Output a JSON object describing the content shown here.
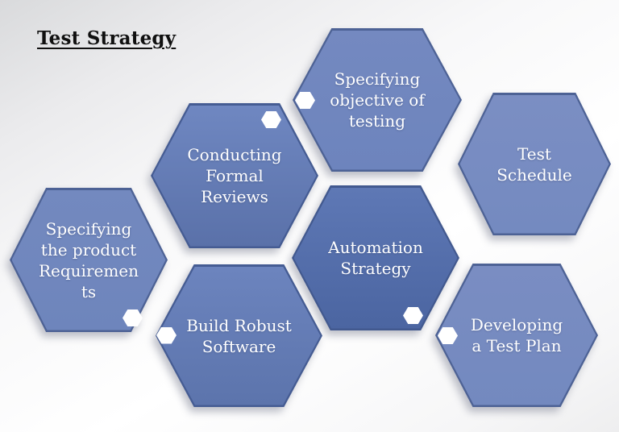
{
  "title": "Test Strategy",
  "title_color": "#101010",
  "hexagons": [
    {
      "id": "specifying-objective-of-testing",
      "label": "Specifying\nobjective of\ntesting",
      "fill_top": "#7489c0",
      "fill_bottom": "#6d84bd",
      "border": "#4d6295",
      "badge": true,
      "badge_icon": "hexagon-icon",
      "badge_position": "left-vertex"
    },
    {
      "id": "test-schedule",
      "label": "Test\nSchedule",
      "fill_top": "#7b8ec3",
      "fill_bottom": "#748ac0",
      "border": "#4d6295",
      "badge": false
    },
    {
      "id": "conducting-formal-reviews",
      "label": "Conducting\nFormal\nReviews",
      "fill_top": "#6f87c1",
      "fill_bottom": "#5a71a9",
      "border": "#455c93",
      "badge": true,
      "badge_icon": "hexagon-icon",
      "badge_position": "top-right"
    },
    {
      "id": "automation-strategy",
      "label": "Automation\nStrategy",
      "fill_top": "#5e78b5",
      "fill_bottom": "#4b65a1",
      "border": "#42598f",
      "badge": true,
      "badge_icon": "hexagon-icon",
      "badge_position": "bottom-right"
    },
    {
      "id": "specifying-product-requirements",
      "label": "Specifying\nthe product\nRequiremen\nts",
      "fill_top": "#7389bf",
      "fill_bottom": "#6e85bc",
      "border": "#4d6295",
      "badge": true,
      "badge_icon": "hexagon-icon",
      "badge_position": "bottom-right"
    },
    {
      "id": "build-robust-software",
      "label": "Build Robust\nSoftware",
      "fill_top": "#6c84be",
      "fill_bottom": "#5c74ac",
      "border": "#455c93",
      "badge": true,
      "badge_icon": "hexagon-icon",
      "badge_position": "left-vertex"
    },
    {
      "id": "developing-a-test-plan",
      "label": "Developing\na Test Plan",
      "fill_top": "#7a8dc2",
      "fill_bottom": "#7389bf",
      "border": "#4d6295",
      "badge": true,
      "badge_icon": "hexagon-icon",
      "badge_position": "left-vertex"
    }
  ]
}
